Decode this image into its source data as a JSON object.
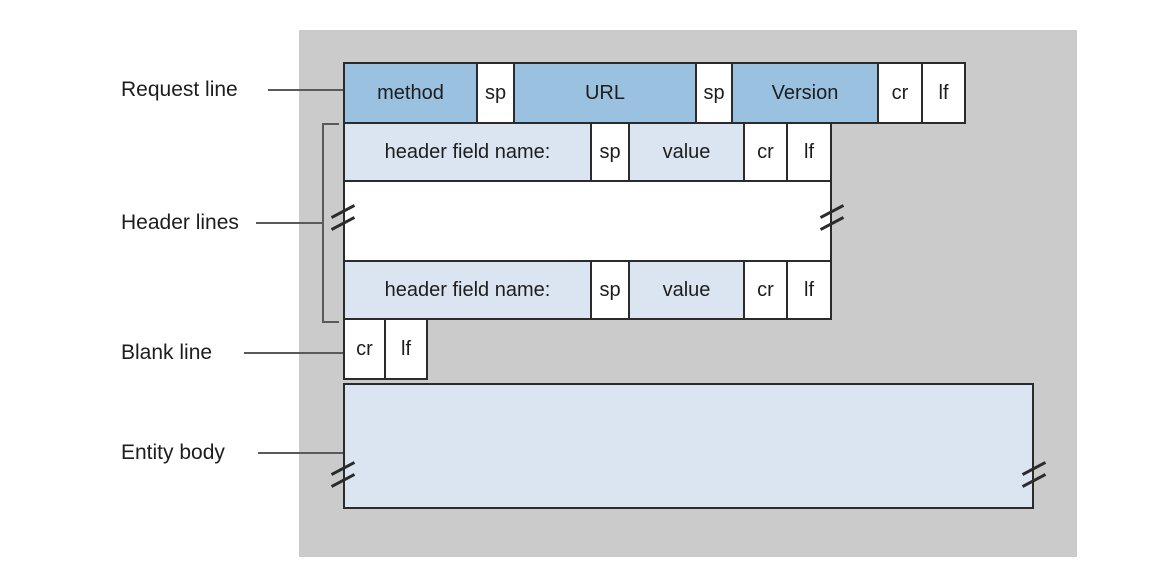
{
  "annotations": {
    "request_line": "Request line",
    "header_lines": "Header lines",
    "blank_line": "Blank line",
    "entity_body": "Entity body"
  },
  "message_format": {
    "request_line": {
      "cells": [
        "method",
        "sp",
        "URL",
        "sp",
        "Version",
        "cr",
        "lf"
      ]
    },
    "header_line_1": {
      "cells": [
        "header field name:",
        "sp",
        "value",
        "cr",
        "lf"
      ]
    },
    "header_line_2": {
      "cells": [
        "header field name:",
        "sp",
        "value",
        "cr",
        "lf"
      ]
    },
    "blank_line": {
      "cells": [
        "cr",
        "lf"
      ]
    },
    "entity_body": {
      "content": ""
    }
  },
  "colors": {
    "panel_gray": "#cbcbcb",
    "request_field_blue": "#9ac1e0",
    "header_field_blue": "#dbe5f1",
    "separator_white": "#ffffff",
    "box_border": "#2b2b2b",
    "pointer_gray": "#5a5a5b",
    "label_text": "#1d1d1d"
  }
}
